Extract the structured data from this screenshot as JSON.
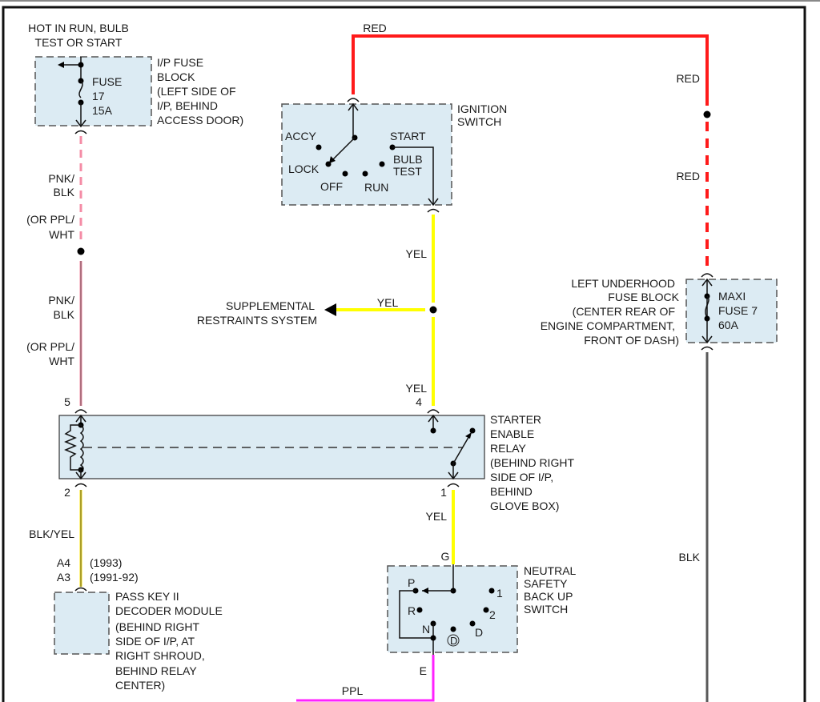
{
  "title": "Starter Enable / Pass Key II Wiring Diagram",
  "wire_colors": {
    "red": "#ff1a1a",
    "pink": "#f48ca6",
    "yellow": "#ffff00",
    "purple": "#ff22ff",
    "black": "#5a5a5a",
    "blk_yel_core": "#ffe600"
  },
  "power_source": {
    "line1": "HOT IN RUN, BULB",
    "line2": "TEST OR START"
  },
  "ip_fuse_block": {
    "fuse_lines": [
      "FUSE",
      "17",
      "15A"
    ],
    "desc_lines": [
      "I/P FUSE",
      "BLOCK",
      "(LEFT SIDE OF",
      "I/P, BEHIND",
      "ACCESS DOOR)"
    ]
  },
  "left_wire_labels": {
    "upper": [
      "PNK/",
      "BLK",
      "(OR PPL/",
      "WHT"
    ],
    "lower": [
      "PNK/",
      "BLK",
      "(OR PPL/",
      "WHT"
    ]
  },
  "ignition_switch": {
    "name_lines": [
      "IGNITION",
      "SWITCH"
    ],
    "positions": [
      "ACCY",
      "LOCK",
      "OFF",
      "RUN",
      "START",
      "BULB",
      "TEST"
    ],
    "input_wire": "RED"
  },
  "red_wire_labels": [
    "RED",
    "RED",
    "RED"
  ],
  "yellow_labels": {
    "ign_out": "YEL",
    "srs_branch": "YEL",
    "relay_in": "YEL",
    "relay_out": "YEL"
  },
  "srs": {
    "lines": [
      "SUPPLEMENTAL",
      "RESTRAINTS SYSTEM"
    ]
  },
  "underhood_fuse_block": {
    "fuse_lines": [
      "MAXI",
      "FUSE 7",
      "60A"
    ],
    "desc_lines": [
      "LEFT UNDERHOOD",
      "FUSE BLOCK",
      "(CENTER REAR OF",
      "ENGINE COMPARTMENT,",
      "FRONT OF DASH)"
    ]
  },
  "starter_relay": {
    "desc_lines": [
      "STARTER",
      "ENABLE",
      "RELAY",
      "(BEHIND RIGHT",
      "SIDE OF I/P,",
      "BEHIND",
      "GLOVE BOX)"
    ],
    "pins": {
      "top_left": "5",
      "bottom_left": "2",
      "top_right": "4",
      "bottom_right": "1"
    }
  },
  "blk_yel_wire": "BLK/YEL",
  "passkey": {
    "pin_lines": [
      "A4",
      "A3"
    ],
    "year_lines": [
      "(1993)",
      "(1991-92)"
    ],
    "desc_lines": [
      "PASS KEY II",
      "DECODER MODULE",
      "(BEHIND RIGHT",
      "SIDE OF I/P, AT",
      "RIGHT SHROUD,",
      "BEHIND RELAY",
      "CENTER)"
    ]
  },
  "neutral_switch": {
    "desc_lines": [
      "NEUTRAL",
      "SAFETY",
      "BACK UP",
      "SWITCH"
    ],
    "pin_in": "G",
    "pin_out": "E",
    "positions": [
      "P",
      "R",
      "N",
      "D",
      "1",
      "2",
      "D"
    ]
  },
  "bottom_wire": "PPL",
  "ground_wire": "BLK"
}
